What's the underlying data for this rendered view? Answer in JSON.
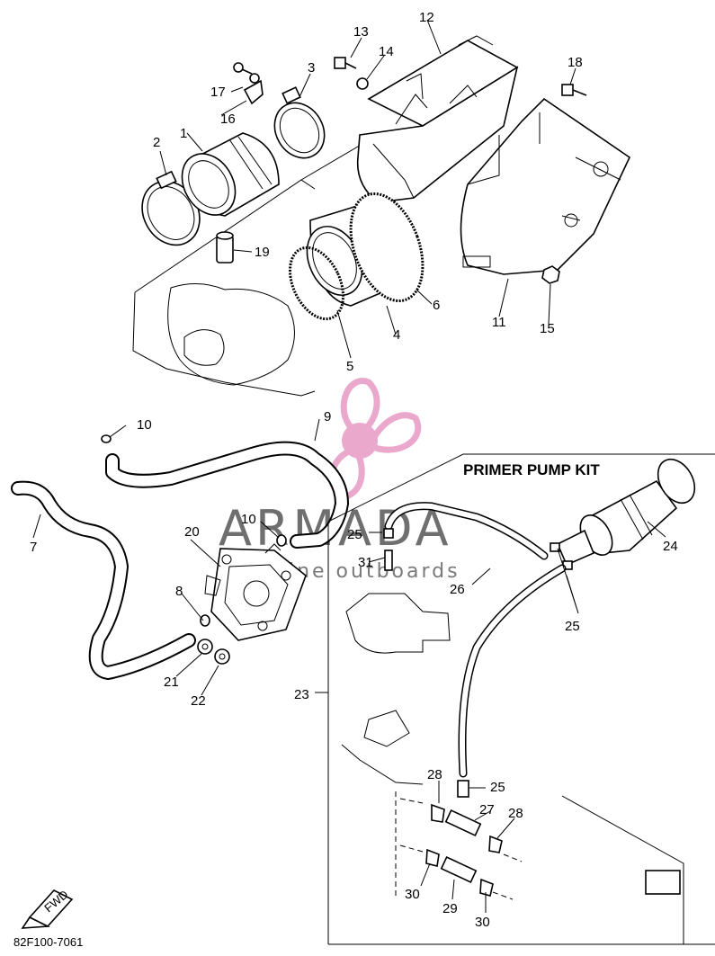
{
  "diagram": {
    "kit_title": "PRIMER PUMP KIT",
    "drawing_code": "82F100-7061",
    "callouts": {
      "c1": "1",
      "c2": "2",
      "c3": "3",
      "c4": "4",
      "c5": "5",
      "c6": "6",
      "c7": "7",
      "c8": "8",
      "c9": "9",
      "c10a": "10",
      "c10b": "10",
      "c11": "11",
      "c12": "12",
      "c13": "13",
      "c14": "14",
      "c15": "15",
      "c16": "16",
      "c17": "17",
      "c18": "18",
      "c19": "19",
      "c20": "20",
      "c21": "21",
      "c22": "22",
      "c23": "23",
      "c24": "24",
      "c25a": "25",
      "c25b": "25",
      "c25c": "25",
      "c26": "26",
      "c27": "27",
      "c28a": "28",
      "c28b": "28",
      "c29": "29",
      "c30a": "30",
      "c30b": "30",
      "c31": "31"
    }
  },
  "watermark": {
    "brand": "ARMADA",
    "tagline": "marine outboards",
    "color": "#e79ac4"
  }
}
